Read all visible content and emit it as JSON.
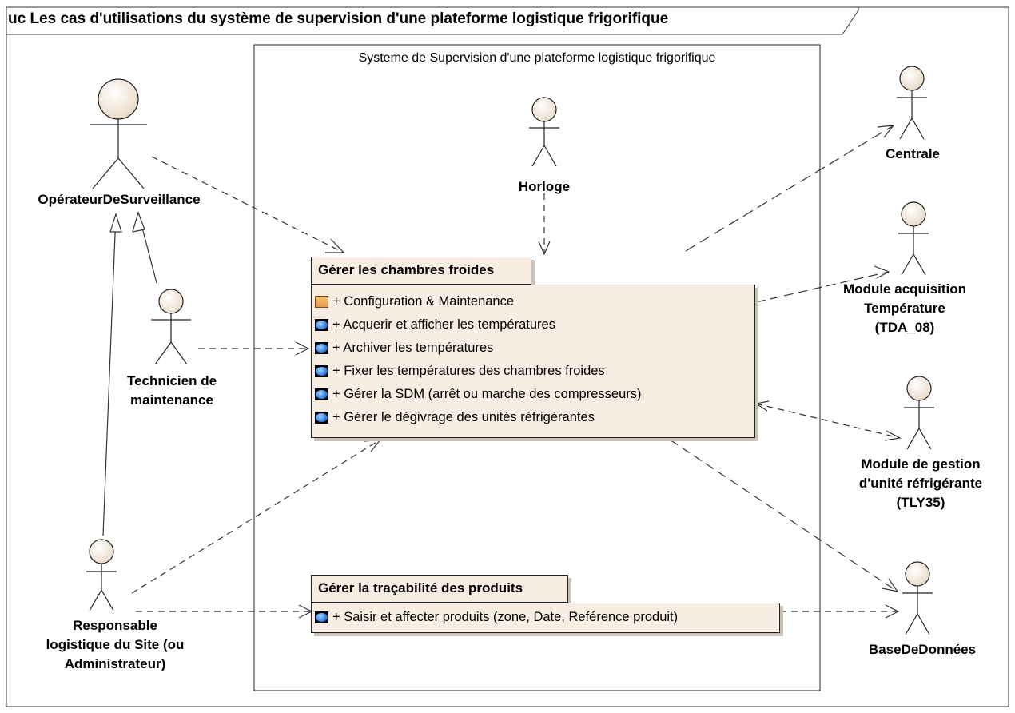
{
  "diagram_title": "uc Les cas d'utilisations du système de supervision d'une plateforme logistique frigorifique",
  "system_boundary": {
    "title": "Systeme de Supervision d'une plateforme logistique frigorifique"
  },
  "actors": {
    "operateur": [
      "OpérateurDeSurveillance"
    ],
    "technicien": [
      "Technicien de",
      "maintenance"
    ],
    "responsable": [
      "Responsable",
      "logistique du Site (ou",
      "Administrateur)"
    ],
    "horloge": [
      "Horloge"
    ],
    "centrale": [
      "Centrale"
    ],
    "module_acquisition": [
      "Module acquisition",
      "Température",
      "(TDA_08)"
    ],
    "module_gestion": [
      "Module de gestion",
      "d'unité réfrigérante",
      "(TLY35)"
    ],
    "base": [
      "BaseDeDonnées"
    ]
  },
  "packages": {
    "chambres": {
      "name": "Gérer les chambres froides",
      "items": [
        {
          "icon": "package-icon",
          "label": "+ Configuration & Maintenance"
        },
        {
          "icon": "usecase-icon",
          "label": "+ Acquerir et afficher les températures"
        },
        {
          "icon": "usecase-icon",
          "label": "+ Archiver les températures"
        },
        {
          "icon": "usecase-icon",
          "label": "+ Fixer les températures des chambres froides"
        },
        {
          "icon": "usecase-icon",
          "label": "+ Gérer la SDM (arrêt ou marche des compresseurs)"
        },
        {
          "icon": "usecase-icon",
          "label": "+ Gérer le dégivrage des unités réfrigérantes"
        }
      ]
    },
    "tracabilite": {
      "name": "Gérer la traçabilité des produits",
      "items": [
        {
          "icon": "usecase-icon",
          "label": "+ Saisir et affecter produits (zone, Date, Reférence produit)"
        }
      ]
    }
  },
  "colors": {
    "actor_fill": "#f2e6d8",
    "package_fill": "#f7ede2",
    "line": "#222222"
  }
}
